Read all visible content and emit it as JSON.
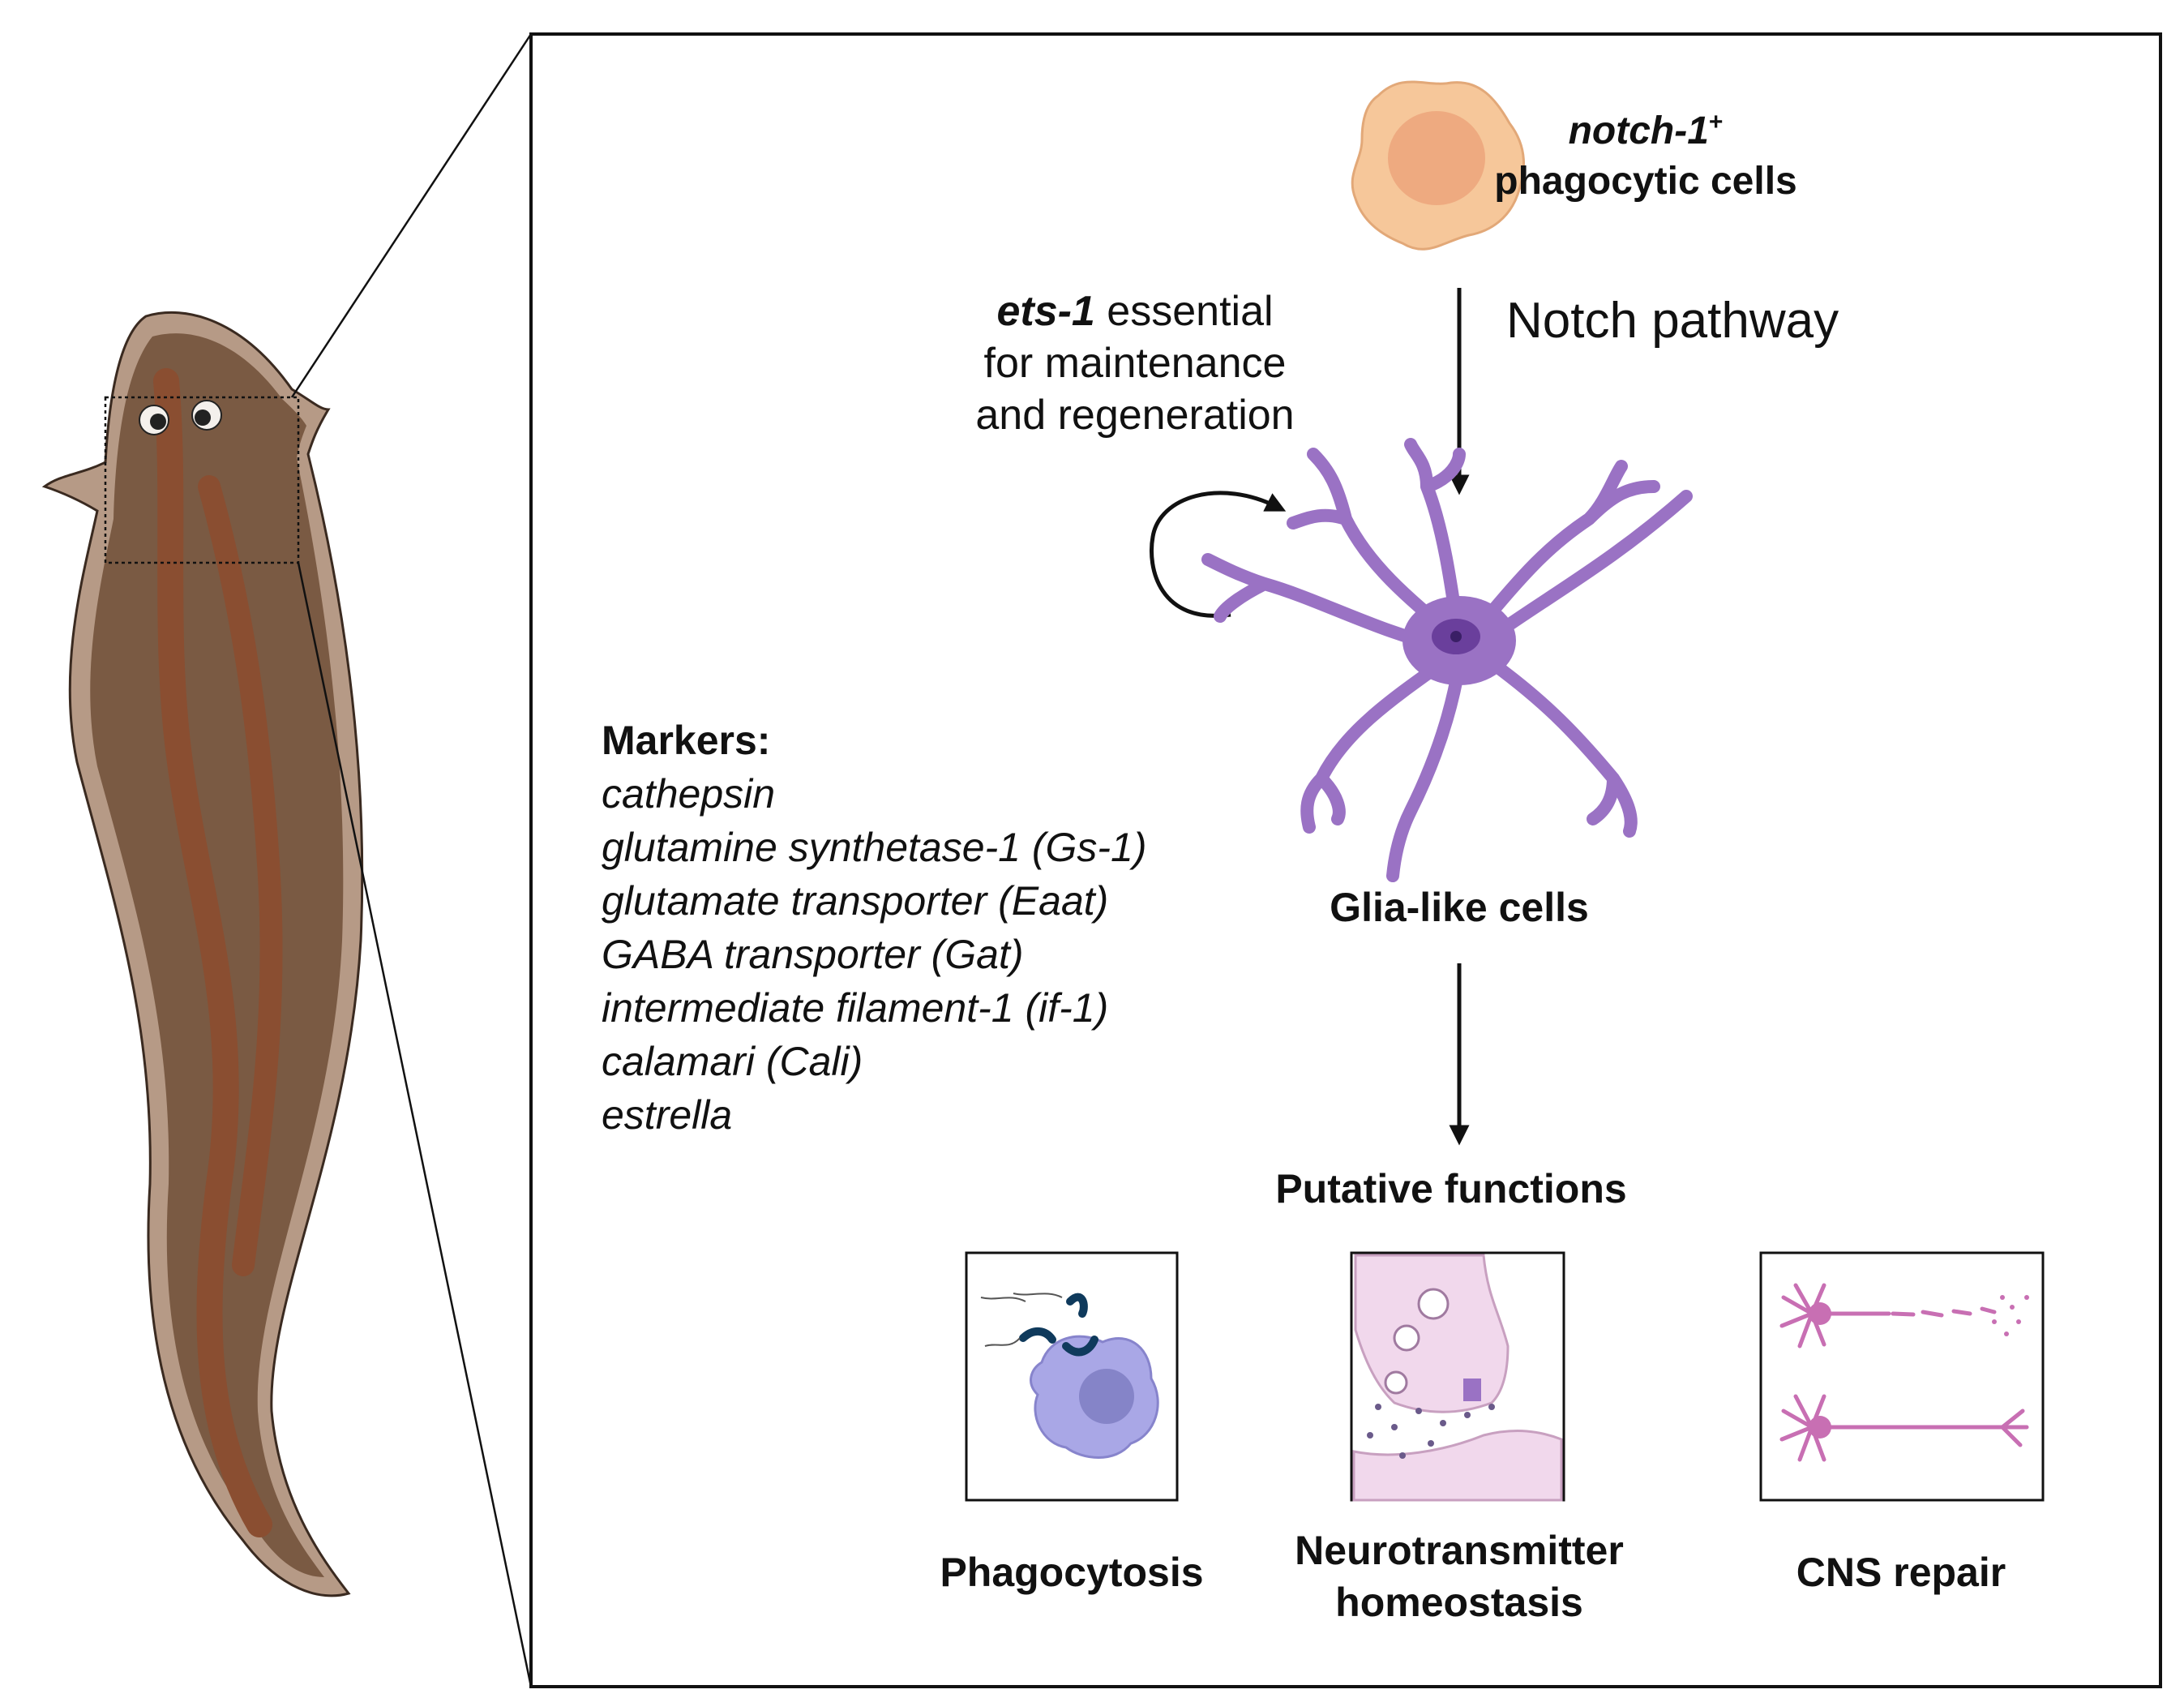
{
  "labels": {
    "phagocytic_cells": {
      "gene": "notch-1",
      "superscript": "+",
      "text": "phagocytic cells"
    },
    "notch_pathway": "Notch pathway",
    "ets": {
      "gene": "ets-1",
      "line1_rest": " essential",
      "line2": "for maintenance",
      "line3": "and regeneration"
    },
    "glia": "Glia-like cells",
    "putative": "Putative functions"
  },
  "markers": {
    "heading": "Markers:",
    "items": [
      "cathepsin",
      "glutamine synthetase-1 (Gs-1)",
      "glutamate transporter (Eaat)",
      "GABA transporter (Gat)",
      "intermediate filament-1 (if-1)",
      "calamari (Cali)",
      "estrella"
    ]
  },
  "functions": [
    {
      "line1": "Phagocytosis",
      "line2": ""
    },
    {
      "line1": "Neurotransmitter",
      "line2": "homeostasis"
    },
    {
      "line1": "CNS repair",
      "line2": ""
    }
  ],
  "colors": {
    "worm_body": "#7a5a43",
    "worm_rim": "#b69a86",
    "worm_stripe": "#8a4e31",
    "glia": "#9a72c4",
    "glia_nucleus": "#6a3f9c",
    "phagocyte_outer": "#f6c79a",
    "phagocyte_inner": "#eeaa80",
    "macrophage": "#a9a7e6",
    "synapse": "#f1d8ec",
    "neuron_pink": "#c86fb3"
  }
}
